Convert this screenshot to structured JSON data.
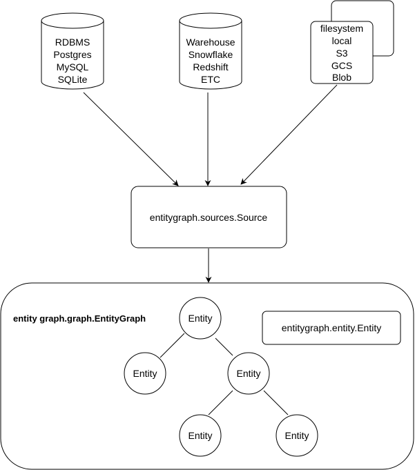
{
  "sources": {
    "databases": [
      "RDBMS",
      "Postgres",
      "MySQL",
      "SQLite"
    ],
    "warehouses": [
      "Warehouse",
      "Snowflake",
      "Redshift",
      "ETC"
    ],
    "filesystems": [
      "filesystem",
      "local",
      "S3",
      "GCS",
      "Blob"
    ]
  },
  "source_box": {
    "label": "entitygraph.sources.Source"
  },
  "graph": {
    "title": "entity graph.graph.EntityGraph",
    "entity_class_label": "entitygraph.entity.Entity",
    "nodes": [
      "Entity",
      "Entity",
      "Entity",
      "Entity",
      "Entity"
    ]
  }
}
